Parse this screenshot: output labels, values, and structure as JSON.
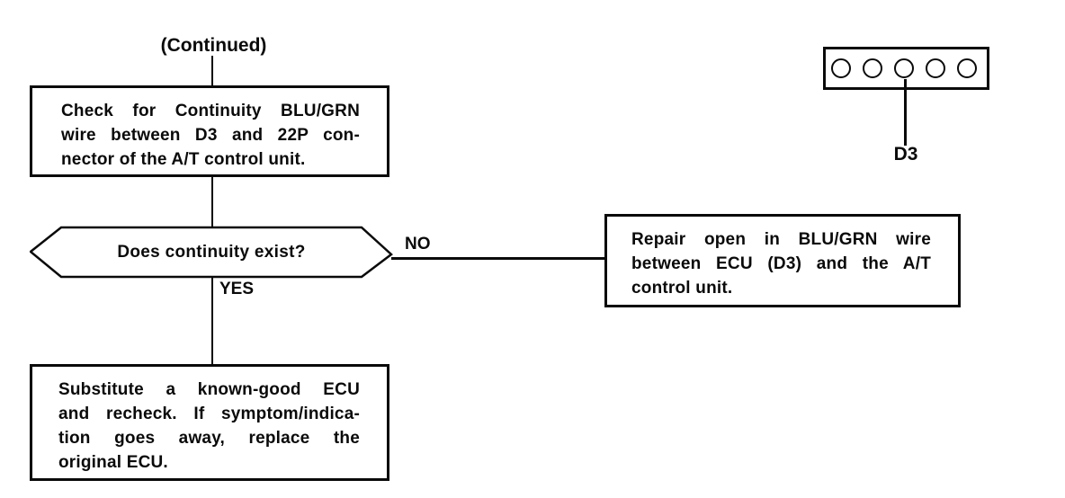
{
  "page": {
    "paper_color": "#ffffff",
    "ink_color": "#0a0a0a"
  },
  "flowchart": {
    "continued_label": "(Continued)",
    "check_box": {
      "lines": [
        "Check for Continuity BLU/GRN",
        "wire between D3 and 22P con-",
        "nector of the A/T control unit."
      ]
    },
    "decision": {
      "question": "Does continuity exist?",
      "no_label": "NO",
      "yes_label": "YES"
    },
    "repair_box": {
      "lines": [
        "Repair open in BLU/GRN wire",
        "between ECU (D3) and the A/T",
        "control unit."
      ]
    },
    "substitute_box": {
      "lines": [
        "Substitute a known-good ECU",
        "and recheck. If symptom/indica-",
        "tion goes away, replace the",
        "original ECU."
      ]
    },
    "connector": {
      "label": "D3",
      "pin_count": 5
    }
  }
}
